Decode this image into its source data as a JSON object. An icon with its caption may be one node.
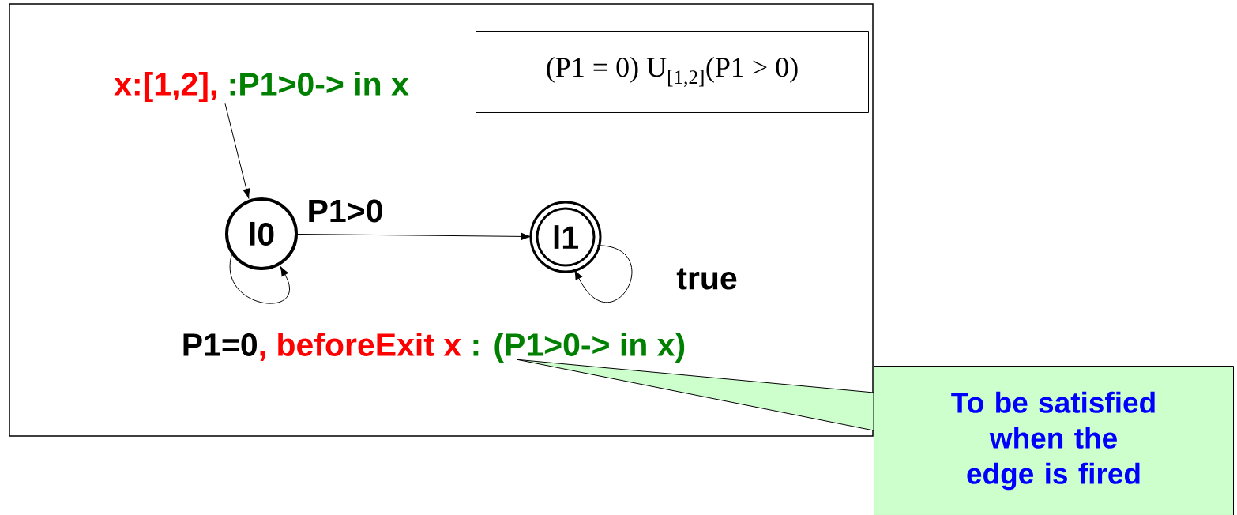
{
  "diagram": {
    "nodes": [
      {
        "text": [
          "(P1 = 0) U$_{[1,2]}$(P1 > 0)"
        ]
      },
      {
        "text": [
          "x:[1,2],",
          ":P1>0-> in x"
        ]
      },
      {
        "text": [
          "l0"
        ]
      },
      {
        "text": [
          "l1"
        ]
      },
      {
        "text": [
          "P1=0",
          ", beforeExit x",
          ": (P1>0-> in x)"
        ]
      },
      {
        "text": [
          "To be satisfied when the edge is fired"
        ]
      }
    ],
    "edges": [
      {
        "from": 1,
        "to": 2,
        "arrow": "to"
      },
      {
        "from": 2,
        "to": 3,
        "arrow": "to",
        "label": "P1>0"
      },
      {
        "from": 2,
        "to": 2,
        "arrow": "to"
      },
      {
        "from": 3,
        "to": 3,
        "arrow": "to",
        "label": "true"
      },
      {
        "from": 5,
        "to": 4,
        "arrow": "none"
      }
    ]
  }
}
